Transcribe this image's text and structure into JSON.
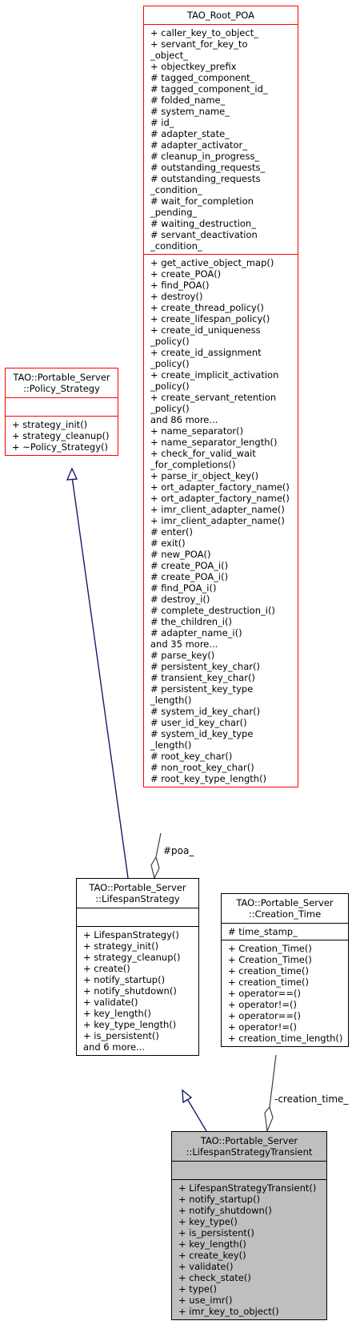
{
  "classes": {
    "root_poa": {
      "title": [
        "TAO_Root_POA"
      ],
      "attributes": [
        "+ caller_key_to_object_",
        "+ servant_for_key_to",
        "_object_",
        "+ objectkey_prefix",
        "# tagged_component_",
        "# tagged_component_id_",
        "# folded_name_",
        "# system_name_",
        "# id_",
        "# adapter_state_",
        "# adapter_activator_",
        "# cleanup_in_progress_",
        "# outstanding_requests_",
        "# outstanding_requests",
        "_condition_",
        "# wait_for_completion",
        "_pending_",
        "# waiting_destruction_",
        "# servant_deactivation",
        "_condition_"
      ],
      "operations": [
        "+ get_active_object_map()",
        "+ create_POA()",
        "+ find_POA()",
        "+ destroy()",
        "+ create_thread_policy()",
        "+ create_lifespan_policy()",
        "+ create_id_uniqueness",
        "_policy()",
        "+ create_id_assignment",
        "_policy()",
        "+ create_implicit_activation",
        "_policy()",
        "+ create_servant_retention",
        "_policy()",
        "and 86 more...",
        "+ name_separator()",
        "+ name_separator_length()",
        "+ check_for_valid_wait",
        "_for_completions()",
        "+ parse_ir_object_key()",
        "+ ort_adapter_factory_name()",
        "+ ort_adapter_factory_name()",
        "+ imr_client_adapter_name()",
        "+ imr_client_adapter_name()",
        "# enter()",
        "# exit()",
        "# new_POA()",
        "# create_POA_i()",
        "# create_POA_i()",
        "# find_POA_i()",
        "# destroy_i()",
        "# complete_destruction_i()",
        "# the_children_i()",
        "# adapter_name_i()",
        "and 35 more...",
        "# parse_key()",
        "# persistent_key_char()",
        "# transient_key_char()",
        "# persistent_key_type",
        "_length()",
        "# system_id_key_char()",
        "# user_id_key_char()",
        "# system_id_key_type",
        "_length()",
        "# root_key_char()",
        "# non_root_key_char()",
        "# root_key_type_length()"
      ]
    },
    "policy_strategy": {
      "title": [
        "TAO::Portable_Server",
        "::Policy_Strategy"
      ],
      "attributes": [],
      "operations": [
        "+ strategy_init()",
        "+ strategy_cleanup()",
        "+ ~Policy_Strategy()"
      ]
    },
    "lifespan_strategy": {
      "title": [
        "TAO::Portable_Server",
        "::LifespanStrategy"
      ],
      "attributes": [],
      "operations": [
        "+ LifespanStrategy()",
        "+ strategy_init()",
        "+ strategy_cleanup()",
        "+ create()",
        "+ notify_startup()",
        "+ notify_shutdown()",
        "+ validate()",
        "+ key_length()",
        "+ key_type_length()",
        "+ is_persistent()",
        "and 6 more..."
      ]
    },
    "creation_time": {
      "title": [
        "TAO::Portable_Server",
        "::Creation_Time"
      ],
      "attributes": [
        "# time_stamp_"
      ],
      "operations": [
        "+ Creation_Time()",
        "+ Creation_Time()",
        "+ creation_time()",
        "+ creation_time()",
        "+ operator==()",
        "+ operator!=()",
        "+ operator==()",
        "+ operator!=()",
        "+ creation_time_length()"
      ]
    },
    "lifespan_transient": {
      "title": [
        "TAO::Portable_Server",
        "::LifespanStrategyTransient"
      ],
      "attributes": [],
      "operations": [
        "+ LifespanStrategyTransient()",
        "+ notify_startup()",
        "+ notify_shutdown()",
        "+ key_type()",
        "+ is_persistent()",
        "+ key_length()",
        "+ create_key()",
        "+ validate()",
        "+ check_state()",
        "+ type()",
        "+ use_imr()",
        "+ imr_key_to_object()"
      ]
    }
  },
  "edge_labels": {
    "poa": "#poa_",
    "creation_time": "-creation_time_"
  },
  "colors": {
    "inheritance_edge": "#191970",
    "association_edge": "#404040",
    "class_border_highlight": "#ff0000",
    "selected_class_fill": "#bfbfbf"
  }
}
